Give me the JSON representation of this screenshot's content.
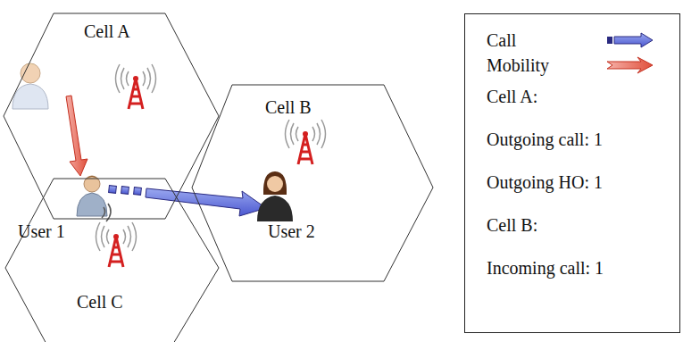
{
  "diagram": {
    "nodes": [
      {
        "text": [
          "Cell A"
        ]
      },
      {
        "text": [
          "Cell B"
        ]
      },
      {
        "text": [
          "Cell C"
        ]
      }
    ],
    "labels": [
      "User 1",
      "User 2",
      "Cell A:",
      "Outgoing call: 1",
      "Outgoing HO: 1",
      "Cell B:",
      "Incoming call: 1"
    ],
    "legend": [
      {
        "text": "Call"
      },
      {
        "text": "Mobility"
      }
    ]
  }
}
